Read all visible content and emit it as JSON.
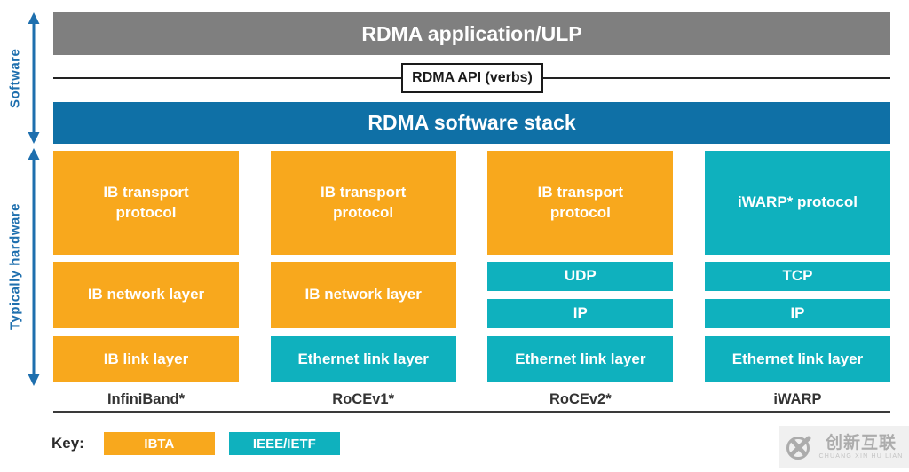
{
  "palette": {
    "ibta_orange": "#F8A81D",
    "ieee_teal": "#0FB1BE",
    "stack_blue": "#0F70A6",
    "app_gray": "#7F7F7F",
    "arrow_blue": "#1E6FAE"
  },
  "side_labels": {
    "software": "Software",
    "hardware": "Typically hardware"
  },
  "top": {
    "app_bar": "RDMA application/ULP",
    "api_box": "RDMA API (verbs)",
    "stack_bar": "RDMA software stack"
  },
  "columns": [
    {
      "name": "InfiniBand*",
      "transport": "IB transport protocol",
      "middle": [
        "IB network layer"
      ],
      "link": "IB link layer"
    },
    {
      "name": "RoCEv1*",
      "transport": "IB transport protocol",
      "middle": [
        "IB network layer"
      ],
      "link": "Ethernet link layer"
    },
    {
      "name": "RoCEv2*",
      "transport": "IB transport protocol",
      "middle": [
        "UDP",
        "IP"
      ],
      "link": "Ethernet link layer"
    },
    {
      "name": "iWARP",
      "transport": "iWARP* protocol",
      "middle": [
        "TCP",
        "IP"
      ],
      "link": "Ethernet link layer"
    }
  ],
  "key": {
    "label": "Key:",
    "items": [
      {
        "label": "IBTA",
        "color": "#F8A81D"
      },
      {
        "label": "IEEE/IETF",
        "color": "#0FB1BE"
      }
    ]
  },
  "watermark": {
    "title": "创新互联",
    "subtitle": "CHUANG XIN HU LIAN"
  }
}
